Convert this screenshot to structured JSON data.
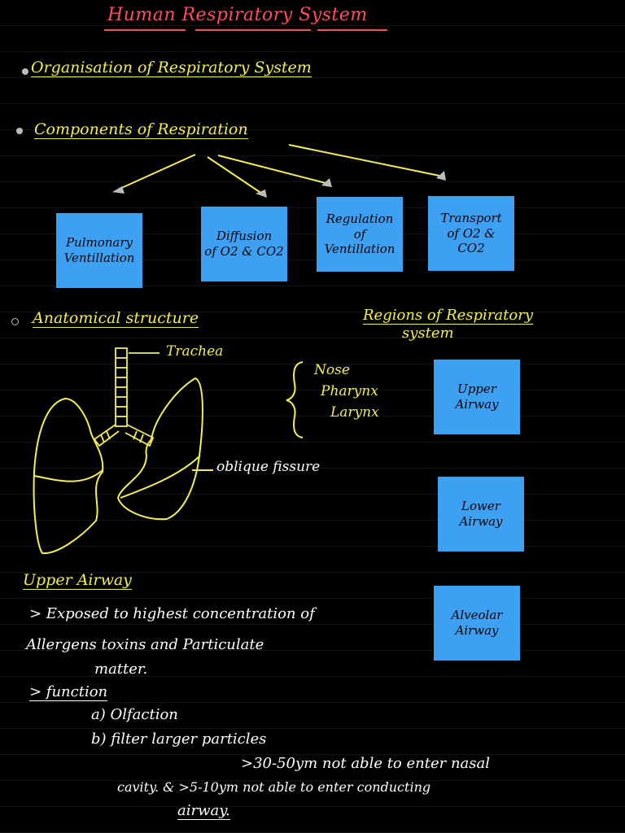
{
  "title": "Human Respiratory System",
  "bullets": {
    "organisation": "Organisation of Respiratory System",
    "components": "Components of Respiration",
    "anatomical": "Anatomical structure"
  },
  "components_boxes": [
    {
      "line1": "Pulmonary",
      "line2": "Ventillation",
      "line3": ""
    },
    {
      "line1": "Diffusion",
      "line2": "of O2 & CO2",
      "line3": ""
    },
    {
      "line1": "Regulation",
      "line2": "of",
      "line3": "Ventillation"
    },
    {
      "line1": "Transport",
      "line2": "of O2 &",
      "line3": "CO2"
    }
  ],
  "diagram_labels": {
    "trachea": "Trachea",
    "oblique": "oblique fissure"
  },
  "upper_list": [
    "Nose",
    "Pharynx",
    "Larynx"
  ],
  "regions": {
    "heading_line1": "Regions of Respiratory",
    "heading_line2": "system",
    "boxes": [
      {
        "line1": "Upper",
        "line2": "Airway"
      },
      {
        "line1": "Lower",
        "line2": "Airway"
      },
      {
        "line1": "Alveolar",
        "line2": "Airway"
      }
    ]
  },
  "upper_airway": {
    "heading": "Upper Airway",
    "line1": "> Exposed to highest concentration of",
    "line2": "Allergens toxins  and Particulate",
    "line3": "matter.",
    "function_label": "> function",
    "func_a": "a) Olfaction",
    "func_b": "b) filter larger particles",
    "line4": ">30-50ym not able to enter nasal",
    "line5": "cavity. & >5-10ym not able to  enter conducting",
    "line6": "airway."
  },
  "colors": {
    "title": "#ff4d5e",
    "accent": "#f4ee54",
    "box": "#3ea0f2",
    "text": "#ffffff"
  }
}
